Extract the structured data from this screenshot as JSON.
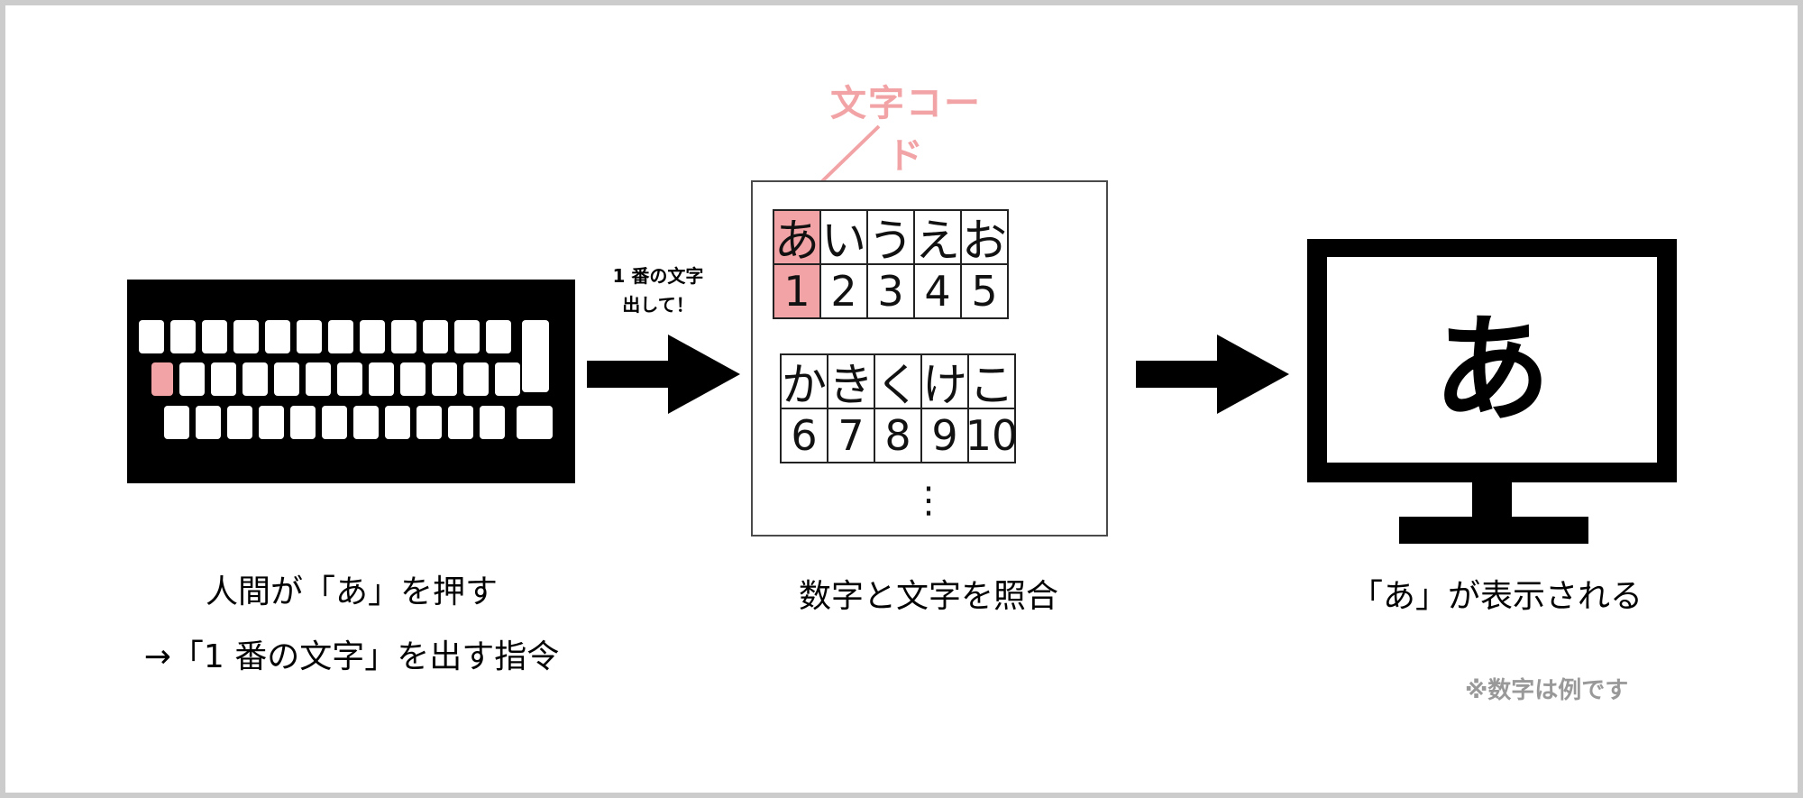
{
  "code_label": "文字コード",
  "arrow1_note_line1": "1 番の文字",
  "arrow1_note_line2": "出して！",
  "table_row1_kana": [
    "あ",
    "い",
    "う",
    "え",
    "お"
  ],
  "table_row1_nums": [
    "1",
    "2",
    "3",
    "4",
    "5"
  ],
  "table_row2_kana": [
    "か",
    "き",
    "く",
    "け",
    "こ"
  ],
  "table_row2_nums": [
    "6",
    "7",
    "8",
    "9",
    "10"
  ],
  "table_ellipsis": "⋮",
  "monitor_char": "あ",
  "caption_left_line1": "人間が「あ」を押す",
  "caption_left_line2": "→「1 番の文字」を出す指令",
  "caption_center": "数字と文字を照合",
  "caption_right": "「あ」が表示される",
  "example_note": "※数字は例です",
  "colors": {
    "highlight": "#f2a3a5",
    "frame": "#cccccc",
    "note": "#999999"
  }
}
